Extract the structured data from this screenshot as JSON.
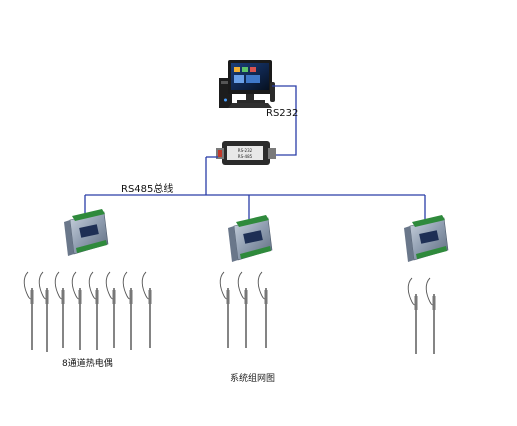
{
  "labels": {
    "rs232": "RS232",
    "rs485": "RS485总线",
    "thermocouple": "8通道热电偶",
    "caption": "系统组网图"
  },
  "converter": {
    "top_text": "RS-232",
    "bottom_text": "RS-485"
  },
  "modules": [
    {
      "name": "module-left",
      "probe_count": 8
    },
    {
      "name": "module-middle",
      "probe_count": 3
    },
    {
      "name": "module-right",
      "probe_count": 2
    }
  ],
  "colors": {
    "bus_line": "#2a3da8",
    "module_body": "#9aa6b6",
    "module_connector": "#2f8a3c",
    "probe": "#555555"
  }
}
